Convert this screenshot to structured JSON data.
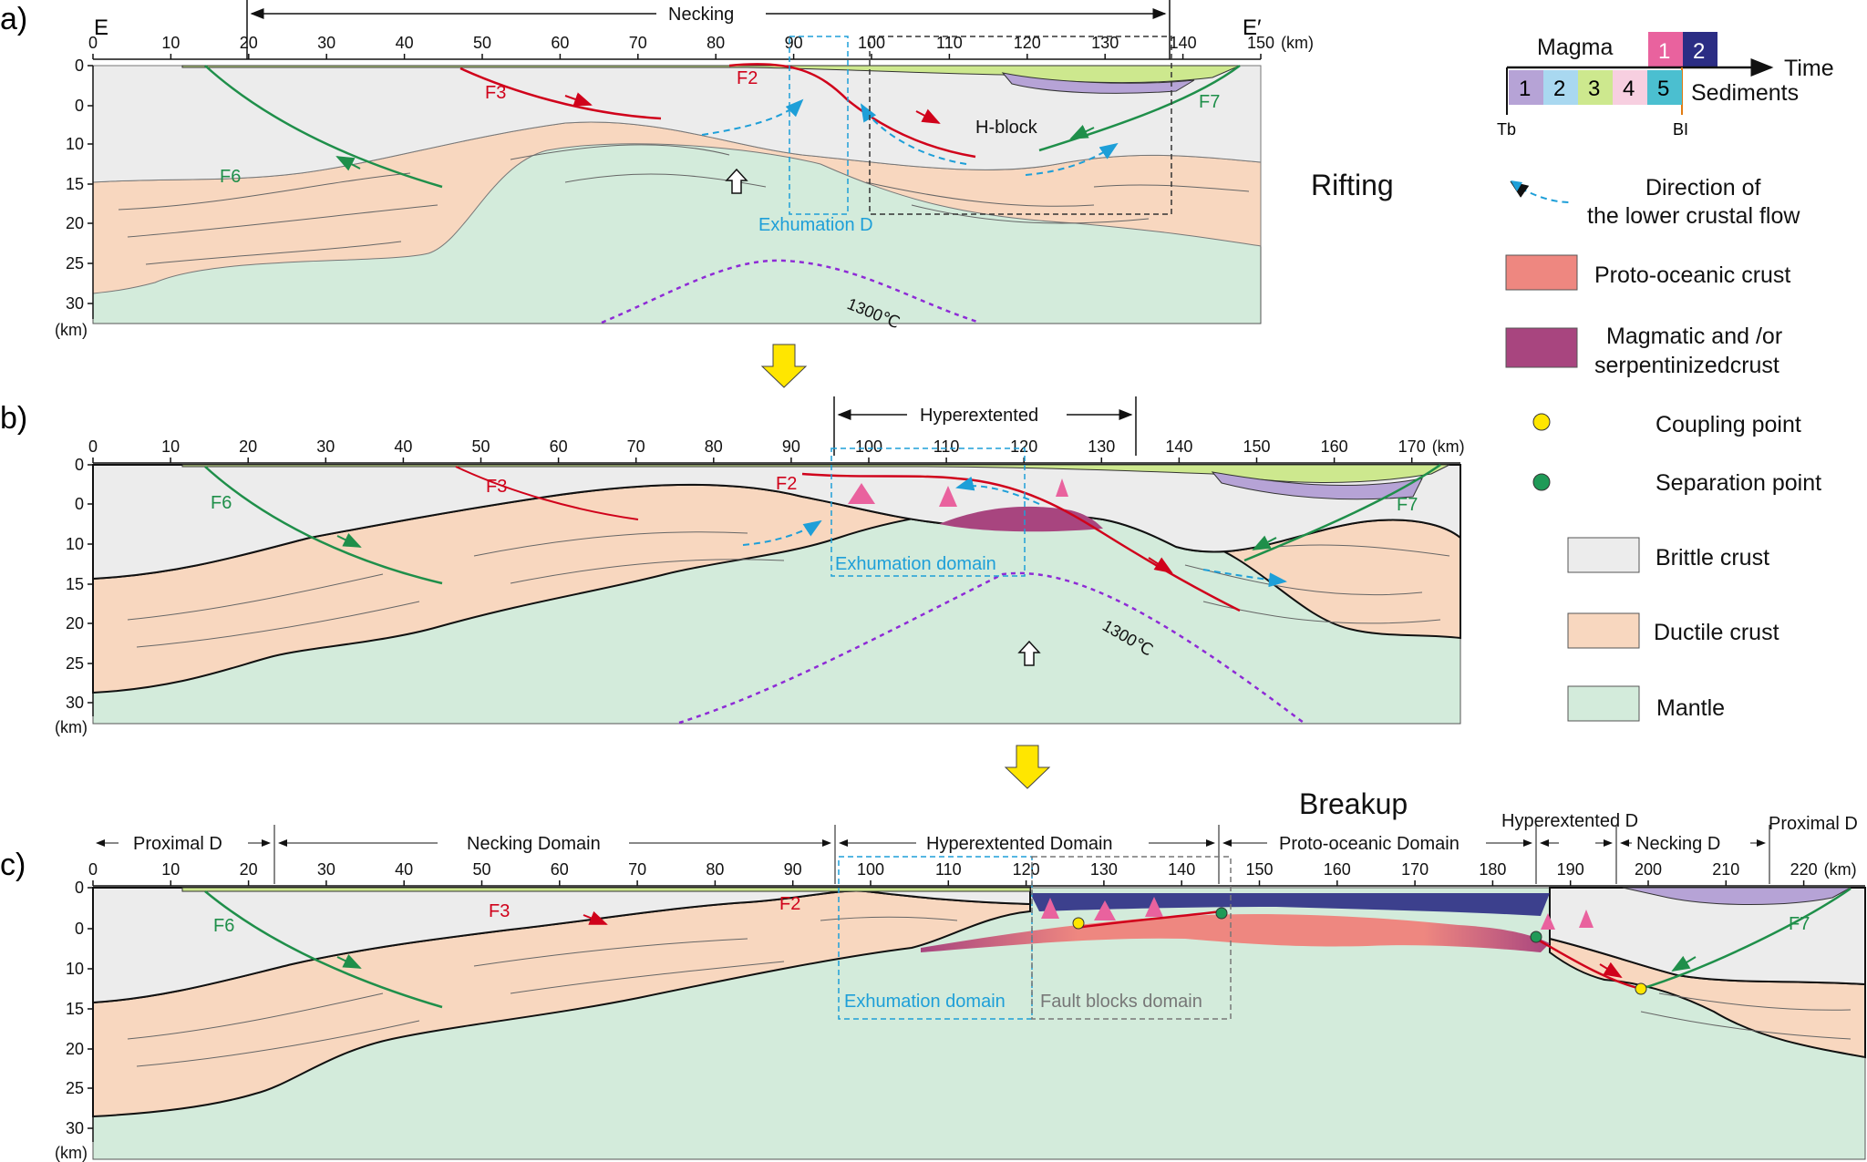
{
  "colors": {
    "brittle": "#ececec",
    "ductile": "#f8d7bf",
    "mantle": "#d3ebdb",
    "proto_oceanic": "#ee8780",
    "magmatic": "#a8457f",
    "fault_red": "#d0021b",
    "fault_green": "#1f8f4a",
    "flow_blue": "#1e9fd8",
    "isotherm": "#8e2bd6",
    "arrow_yellow": "#ffe600",
    "magma1": "#e9629e",
    "magma2": "#2b2d84",
    "sed1": "#b6a3d6",
    "sed2": "#a9d8f0",
    "sed3": "#cde88e",
    "sed4": "#f7cfe0",
    "sed5": "#4bbfd0"
  },
  "panel_a": {
    "label": "a)",
    "end_left": "E",
    "end_right": "E′",
    "top_span": "Necking",
    "ticks": [
      "0",
      "10",
      "20",
      "30",
      "40",
      "50",
      "60",
      "70",
      "80",
      "90",
      "100",
      "110",
      "120",
      "130",
      "140",
      "150"
    ],
    "km_unit": "(km)",
    "depths": [
      "0",
      "0",
      "10",
      "15",
      "20",
      "25",
      "30"
    ],
    "depth_unit": "(km)",
    "faults": {
      "F6": "F6",
      "F3": "F3",
      "F2": "F2",
      "F7": "F7"
    },
    "hblock": "H-block",
    "exhumation": "Exhumation D",
    "isotherm": "1300℃",
    "stage": "Rifting"
  },
  "panel_b": {
    "label": "b)",
    "top_span": "Hyperextented",
    "ticks": [
      "0",
      "10",
      "20",
      "30",
      "40",
      "50",
      "60",
      "70",
      "80",
      "90",
      "100",
      "110",
      "120",
      "130",
      "140",
      "150",
      "160",
      "170"
    ],
    "km_unit": "(km)",
    "depths": [
      "0",
      "0",
      "10",
      "15",
      "20",
      "25",
      "30"
    ],
    "depth_unit": "(km)",
    "faults": {
      "F6": "F6",
      "F3": "F3",
      "F2": "F2",
      "F7": "F7"
    },
    "exhumation": "Exhumation domain",
    "isotherm": "1300℃"
  },
  "panel_c": {
    "label": "c)",
    "stage": "Breakup",
    "domains": [
      "Proximal D",
      "Necking Domain",
      "Hyperextented Domain",
      "Proto-oceanic Domain",
      "Hyperextented D",
      "Necking D",
      "Proximal D"
    ],
    "ticks": [
      "0",
      "10",
      "20",
      "30",
      "40",
      "50",
      "60",
      "70",
      "80",
      "90",
      "100",
      "110",
      "120",
      "130",
      "140",
      "150",
      "160",
      "170",
      "180",
      "190",
      "200",
      "210",
      "220"
    ],
    "km_unit": "(km)",
    "depths": [
      "0",
      "0",
      "10",
      "15",
      "20",
      "25",
      "30"
    ],
    "depth_unit": "(km)",
    "faults": {
      "F6": "F6",
      "F3": "F3",
      "F2": "F2",
      "F7": "F7"
    },
    "exhumation": "Exhumation domain",
    "fault_blocks": "Fault blocks domain"
  },
  "legend": {
    "magma": "Magma",
    "magma_nums": [
      "1",
      "2"
    ],
    "time": "Time",
    "sed_nums": [
      "1",
      "2",
      "3",
      "4",
      "5"
    ],
    "sediments": "Sediments",
    "tb": "Tb",
    "bi": "BI",
    "flow": [
      "Direction of",
      "the lower crustal flow"
    ],
    "proto": "Proto-oceanic crust",
    "magmatic": [
      "Magmatic and /or",
      "serpentinizedcrust"
    ],
    "coupling": "Coupling point",
    "separation": "Separation point",
    "brittle": "Brittle crust",
    "ductile": "Ductile crust",
    "mantle": "Mantle"
  }
}
